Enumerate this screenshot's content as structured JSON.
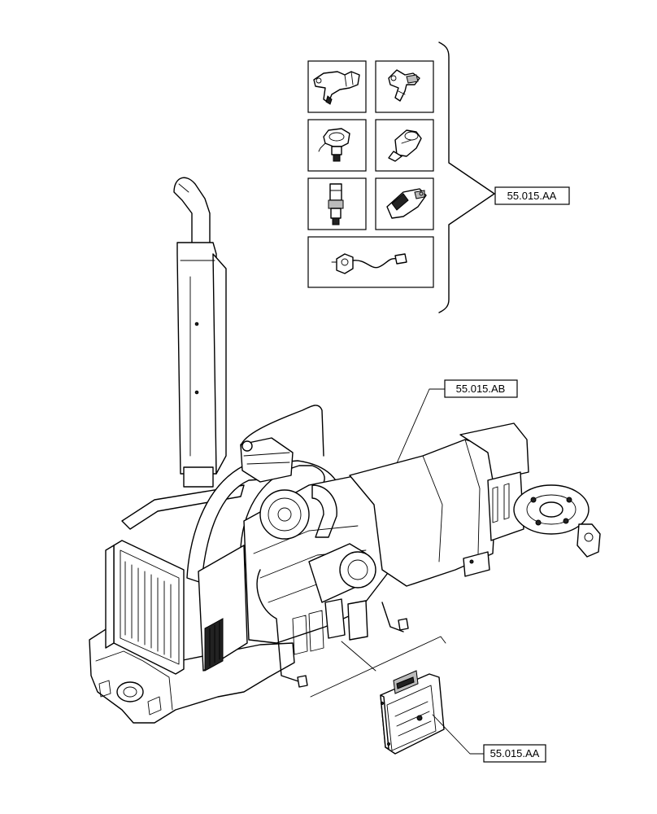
{
  "callouts": {
    "sensors_ref": "55.015.AA",
    "harness_ref": "55.015.AB",
    "ecu_ref": "55.015.AA"
  }
}
